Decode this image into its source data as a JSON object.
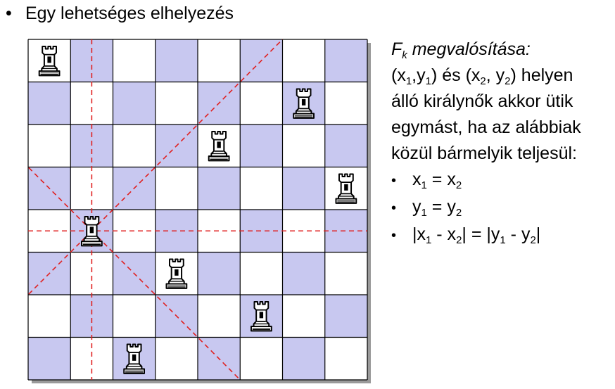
{
  "slide": {
    "bullet_title": "Egy lehetséges elhelyezés"
  },
  "board": {
    "size": 8,
    "light_color": "#ffffff",
    "dark_color": "#c8c8f0",
    "line_color": "#000000",
    "guide_color": "#e02020",
    "piece_icon": "rook-icon",
    "pieces": [
      {
        "row": 1,
        "col": 1
      },
      {
        "row": 2,
        "col": 7
      },
      {
        "row": 3,
        "col": 5
      },
      {
        "row": 4,
        "col": 8
      },
      {
        "row": 5,
        "col": 2
      },
      {
        "row": 6,
        "col": 4
      },
      {
        "row": 7,
        "col": 6
      },
      {
        "row": 8,
        "col": 3
      }
    ],
    "attack_origin": {
      "row": 5,
      "col": 2
    }
  },
  "description": {
    "heading_main": "F",
    "heading_sub": "k",
    "heading_rest": " megvalósítása:",
    "text_p1": "(x",
    "text_s1": "1",
    "text_p2": ",y",
    "text_s2": "1",
    "text_p3": ") és (x",
    "text_s3": "2",
    "text_p4": ", y",
    "text_s4": "2",
    "text_p5": ") helyen",
    "line2": "álló királynők akkor ütik",
    "line3": "egymást, ha az alábbiak",
    "line4": "közül bármelyik teljesül:",
    "conditions": [
      {
        "a": "x",
        "as": "1",
        "mid": " = x",
        "bs": "2",
        "tail": ""
      },
      {
        "a": "y",
        "as": "1",
        "mid": " = y",
        "bs": "2",
        "tail": ""
      },
      {
        "a": "|x",
        "as": "1",
        "mid": " - x",
        "bs": "2",
        "tail": "| = |y"
      }
    ],
    "cond3_extra": {
      "s3": "1",
      "m3": " - y",
      "s4": "2",
      "t4": "|"
    }
  }
}
